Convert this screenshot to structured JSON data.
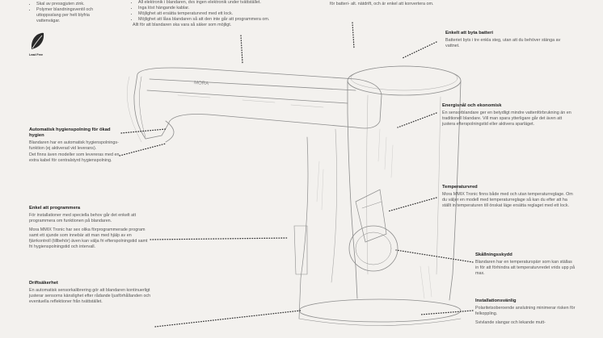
{
  "top_left": {
    "bullets": [
      "Skal av pressgjuten zink.",
      "Polymer blandningsventil och uttoppsslang per helt blyfria vattenvägar."
    ],
    "leaf_badge": "Lead Free"
  },
  "top_center": {
    "bullets": [
      "All elektronik i blandaren, dvs ingen elektronik under tvättstället.",
      "Inga löst hängande kablar.",
      "Möjlighet att ersätta temperaturvred med ett lock.",
      "Möjlighet att låsa blandaren så att den inte går att programmera om."
    ],
    "note": "Allt för att blandaren ska vara så säker som möjligt."
  },
  "top_right": {
    "text": "för batteri- alt. nätdrift, och är enkel att konvertera om."
  },
  "battery": {
    "heading": "Enkelt att byta batteri",
    "text": "Batteriet byts i tre enkla steg, utan att du behöver stänga av vattnet."
  },
  "energy": {
    "heading": "Energisnål och ekonomisk",
    "text": "En sensorblandare ger en betydligt mindre vattenförbrukning än en traditionell blandare. Vill man spara ytterligare går det även att justera efterspolningstid eller aktivera sparläget."
  },
  "temperature": {
    "heading": "Temperaturvred",
    "text": "Mora MMIX Tronic finns både med och utan temperaturreglage. Om du väljer en modell med temperaturreglage så kan du efter att ha ställt in temperaturen till önskat läge ersätta reglaget med ett lock."
  },
  "scald": {
    "heading": "Skållningsskydd",
    "text": "Blandaren har en temperaturspärr som kan ställas in för att förhindra att temperaturvredet vrids upp på max."
  },
  "install": {
    "heading": "Installationsvänlig",
    "text": "Polaritetsoberoende anslutning minimerar risken för felkoppling.",
    "text2": "Svivlande slangar och lekande mutt-"
  },
  "hygiene": {
    "heading": "Automatisk hygienspolning för ökad hygien",
    "text": "Blandaren har en automatisk hygienspolnings-funktion (ej aktiverad vid leverans).",
    "text2": "Det finns även modeller som levereras med en extra kabel för centralstyrd hygienspolning."
  },
  "program": {
    "heading": "Enkel att programmera",
    "text": "För installationer med speciella behov går det enkelt att programmera om funktionen på blandaren.",
    "text2": "Mora MMIX Tronic har sex olika förprogrammerade program samt ett sjunde som innebär att man med hjälp av en fjärrkontroll (tillbehör) även kan välja fri efterspolningstid samt fri hygienspolningstid och intervall."
  },
  "reliability": {
    "heading": "Driftsäkerhet",
    "text": "En automatisk sensorkalibrering gör att blandaren kontinuerligt justerar sensorns känslighet efter rådande ljusförhållanden och eventuella reflektioner från tvättstället."
  },
  "colors": {
    "background": "#f3f1ee",
    "heading": "#1e1e1e",
    "body": "#555555",
    "sketch": "#6d6d6d"
  }
}
